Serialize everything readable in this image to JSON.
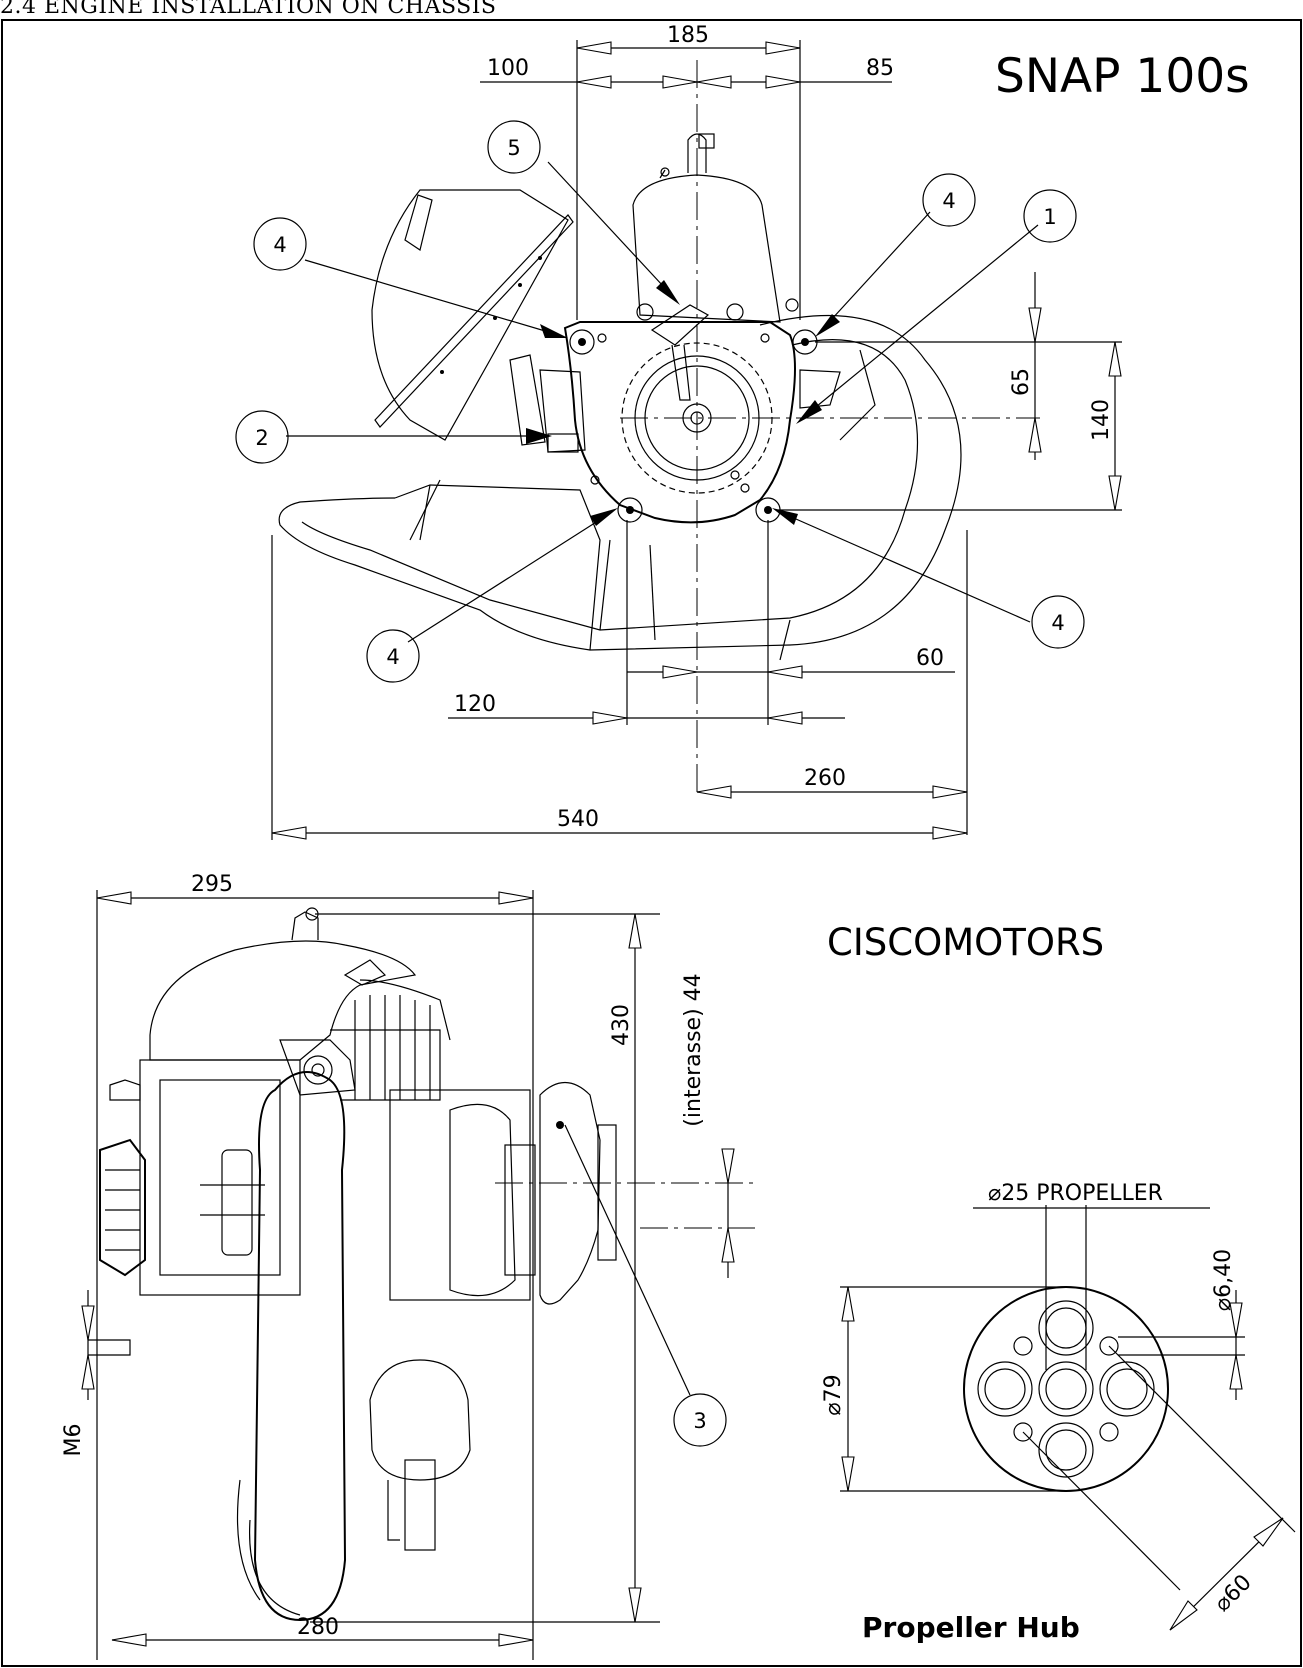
{
  "header": {
    "section_title": "2.4 ENGINE INSTALLATION ON CHASSIS"
  },
  "titles": {
    "model": "SNAP 100s",
    "brand": "CISCOMOTORS",
    "hub": "Propeller Hub"
  },
  "dimensions_front": {
    "top_width": "185",
    "left_offset": "100",
    "right_offset": "85",
    "upper_mount_v": "65",
    "mount_spacing_v": "140",
    "lower_right": "60",
    "lower_left": "120",
    "exhaust_right": "260",
    "overall_width": "540"
  },
  "dimensions_side": {
    "depth_top": "295",
    "depth_bottom": "280",
    "height": "430",
    "interaxis": "(interasse)  44",
    "bolt": "M6"
  },
  "dimensions_hub": {
    "bore": "⌀25  PROPELLER",
    "hole": "⌀6,40",
    "outer": "⌀79",
    "bolt_circle": "⌀60"
  },
  "callouts": [
    "1",
    "2",
    "3",
    "4",
    "5"
  ],
  "colors": {
    "line": "#000000",
    "background": "#ffffff"
  }
}
